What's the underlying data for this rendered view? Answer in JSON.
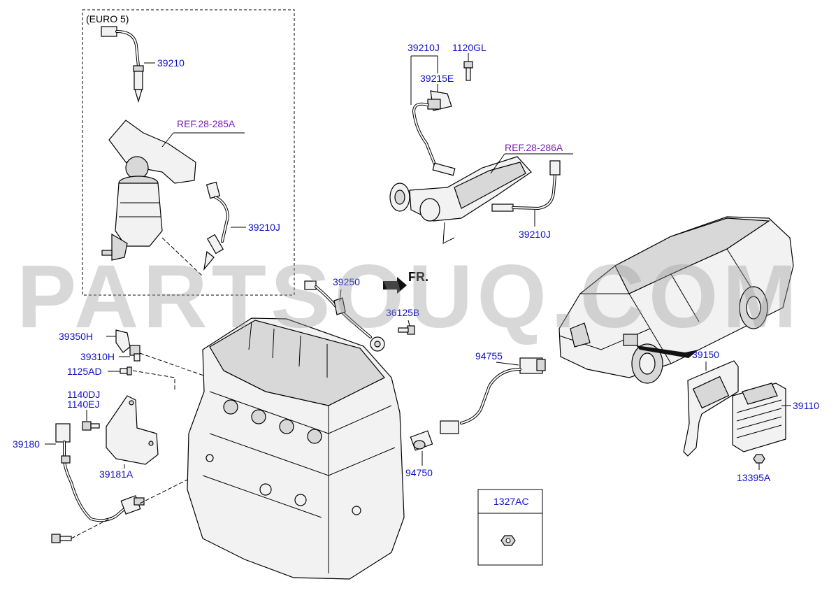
{
  "colors": {
    "part_label": "#1010c8",
    "reference_label": "#7a1fb8",
    "watermark": "#9a9a9a"
  },
  "group_label": "(EURO 5)",
  "watermark": "PARTSOUQ.COM",
  "direction_label": "FR.",
  "inset_box_label": "1327AC",
  "labels": {
    "l39210": "39210",
    "ref28285a": "REF.28-285A",
    "l39210j_left": "39210J",
    "l39210j_top": "39210J",
    "l1120gl": "1120GL",
    "l39215e": "39215E",
    "ref28286a": "REF.28-286A",
    "l39210j_right": "39210J",
    "l39250": "39250",
    "l36125b": "36125B",
    "l39350h": "39350H",
    "l39310h": "39310H",
    "l1125ad": "1125AD",
    "l1140dj": "1140DJ",
    "l1140ej": "1140EJ",
    "l39180": "39180",
    "l39181a": "39181A",
    "l94755": "94755",
    "l94750": "94750",
    "l39150": "39150",
    "l39110": "39110",
    "l13395a": "13395A"
  },
  "icons": {
    "oxygen_sensor": "oxygen-sensor-icon",
    "catalytic_converter": "catalytic-converter-icon",
    "engine": "engine-block-icon",
    "car": "car-icon",
    "ecu": "ecu-module-icon",
    "bolt": "bolt-icon",
    "nut": "nut-icon",
    "arrow": "direction-arrow-icon"
  }
}
